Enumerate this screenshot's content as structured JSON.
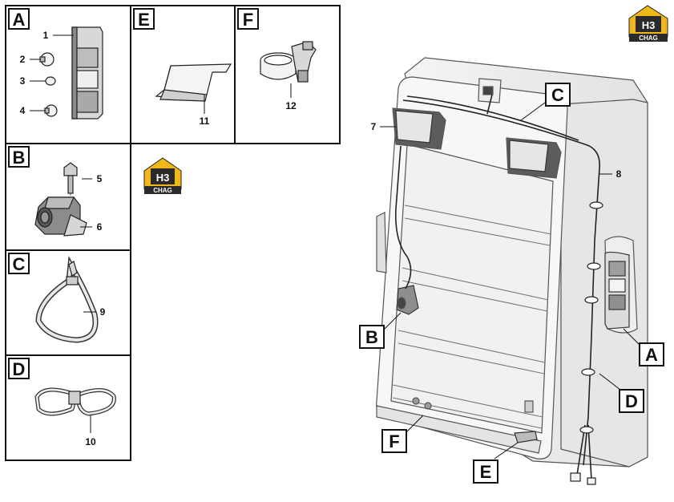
{
  "panels": {
    "A": {
      "letter": "A",
      "callouts": [
        "1",
        "2",
        "3",
        "4"
      ]
    },
    "B": {
      "letter": "B",
      "callouts": [
        "5",
        "6"
      ]
    },
    "C": {
      "letter": "C",
      "callouts": [
        "9"
      ]
    },
    "D": {
      "letter": "D",
      "callouts": [
        "10"
      ]
    },
    "E": {
      "letter": "E",
      "callouts": [
        "11"
      ]
    },
    "F": {
      "letter": "F",
      "callouts": [
        "12"
      ]
    }
  },
  "main_callouts": {
    "n7": "7",
    "n8": "8",
    "A": "A",
    "B": "B",
    "C": "C",
    "D": "D",
    "E": "E",
    "F": "F"
  },
  "logo": {
    "mark": "H3",
    "text": "CHAG"
  }
}
